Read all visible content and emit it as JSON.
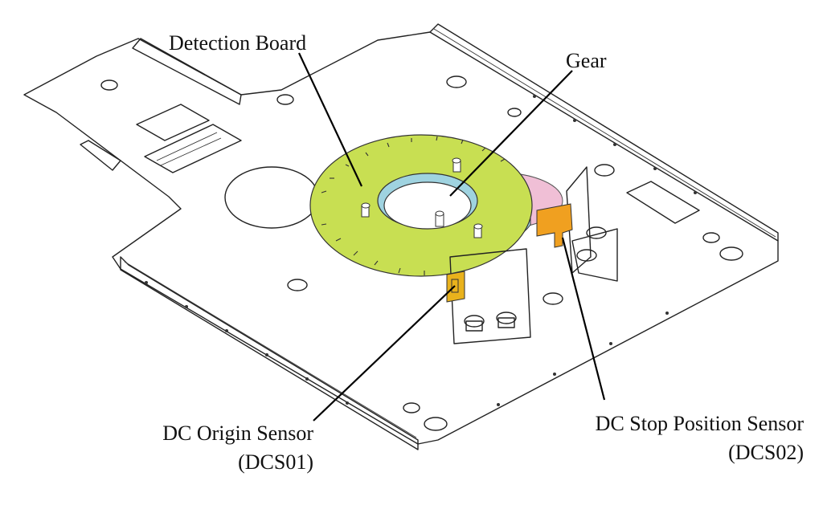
{
  "labels": {
    "detection_board": "Detection Board",
    "gear": "Gear",
    "origin_sensor_line1": "DC Origin Sensor",
    "origin_sensor_line2": "(DCS01)",
    "stop_sensor_line1": "DC Stop Position Sensor",
    "stop_sensor_line2": "(DCS02)"
  },
  "colors": {
    "detection_board": "#c8df52",
    "gear": "#9fd3e0",
    "gear_secondary": "#f0bfd6",
    "origin_sensor": "#e9b21c",
    "stop_sensor": "#f0a020",
    "plate_line": "#222222",
    "background": "#ffffff"
  }
}
